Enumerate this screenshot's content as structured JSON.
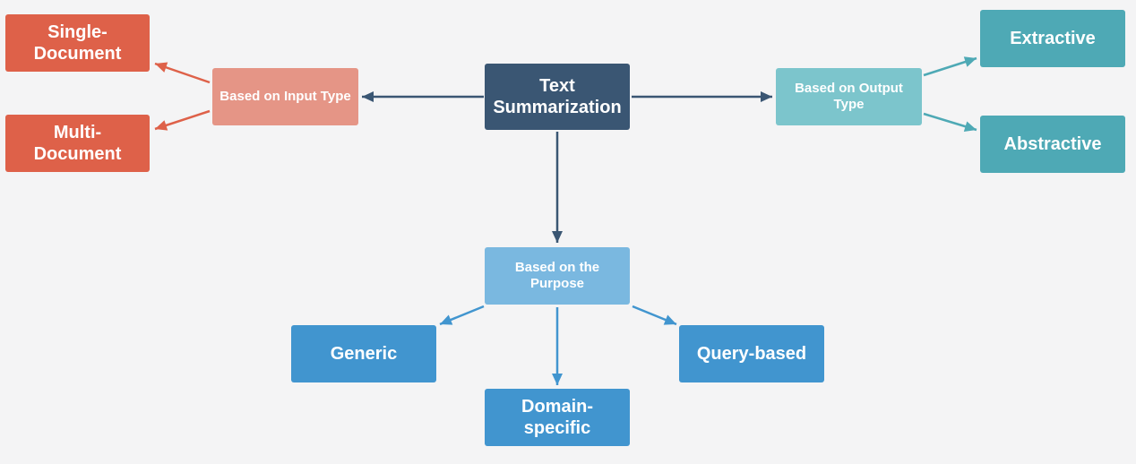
{
  "colors": {
    "root": "#3a5673",
    "input_category": "#e59586",
    "input_leaf": "#de6149",
    "output_category": "#7cc5cc",
    "output_leaf": "#4ea9b5",
    "purpose_category": "#7ab8e0",
    "purpose_leaf": "#4195cf",
    "background": "#f4f4f5"
  },
  "nodes": {
    "root": "Text Summarization",
    "input_type": "Based on Input Type",
    "output_type": "Based on Output Type",
    "purpose": "Based on the Purpose",
    "single_document": "Single-Document",
    "multi_document": "Multi-Document",
    "extractive": "Extractive",
    "abstractive": "Abstractive",
    "generic": "Generic",
    "domain_specific": "Domain-specific",
    "query_based": "Query-based"
  },
  "edges": [
    {
      "from": "root",
      "to": "input_type"
    },
    {
      "from": "root",
      "to": "output_type"
    },
    {
      "from": "root",
      "to": "purpose"
    },
    {
      "from": "input_type",
      "to": "single_document"
    },
    {
      "from": "input_type",
      "to": "multi_document"
    },
    {
      "from": "output_type",
      "to": "extractive"
    },
    {
      "from": "output_type",
      "to": "abstractive"
    },
    {
      "from": "purpose",
      "to": "generic"
    },
    {
      "from": "purpose",
      "to": "domain_specific"
    },
    {
      "from": "purpose",
      "to": "query_based"
    }
  ]
}
